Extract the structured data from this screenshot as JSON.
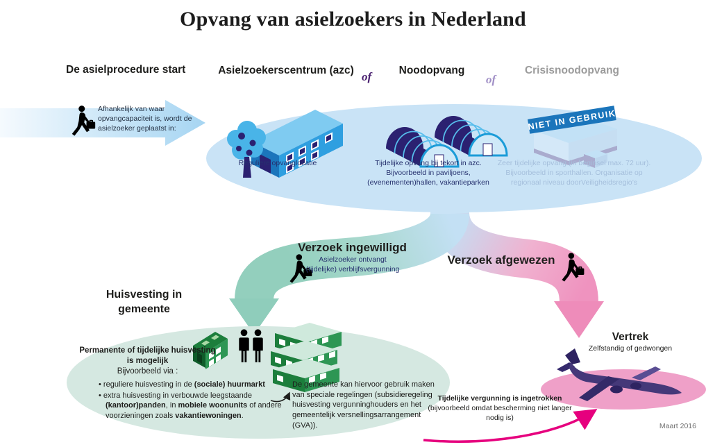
{
  "title": "Opvang van asielzoekers in Nederland",
  "date": "Maart 2016",
  "procedure": {
    "heading": "De asielprocedure start",
    "note": "Afhankelijk van waar opvangcapaciteit is, wordt de asielzoeker geplaatst in:"
  },
  "connector_of_1": "of",
  "connector_of_2": "of",
  "azc": {
    "heading": "Asielzoekerscentrum (azc)",
    "caption": "Reguliere opvanglocatie"
  },
  "noodopvang": {
    "heading": "Noodopvang",
    "caption": "Tijdelijke opvang bij tekort in azc. Bijvoorbeeld in paviljoens, (evenementen)hallen, vakantieparken"
  },
  "crisisnoodopvang": {
    "heading": "Crisisnoodopvang",
    "banner": "NIET IN GEBRUIK",
    "caption": "Zeer tijdelijke opvang (in beginsel max. 72 uur). Bijvoorbeeld in sporthallen. Organisatie op regionaal niveau doorVeiligheidsregio’s"
  },
  "granted": {
    "heading": "Verzoek ingewilligd",
    "subtitle_lines": [
      "Asielzoeker ontvangt",
      "(tijdelijke) verblijfsvergunning"
    ]
  },
  "rejected": {
    "heading": "Verzoek afgewezen"
  },
  "housing": {
    "heading": "Huisvesting in gemeente",
    "intro_bold": "Permanente of tijdelijke huisvesting is mogelijk",
    "intro_normal": "Bijvoorbeeld via :",
    "bullet1": {
      "pre": "reguliere huisvesting in de ",
      "bold": "(sociale) huurmarkt"
    },
    "bullet2": {
      "s1": "extra huisvesting in verbouwde leegstaande ",
      "s2": "(kantoor)panden",
      "s3": ", in ",
      "s4": "mobiele woonunits",
      "s5": " of andere voorzieningen zoals ",
      "s6": "vakantiewoningen",
      "s7": "."
    },
    "municipality_note": "De gemeente kan hiervoor gebruik maken van speciale regelingen (subsidieregeling huisvesting vergunninghouders en het gemeentelijk versnellingsarrangement (GVA))."
  },
  "departure": {
    "heading": "Vertrek",
    "subtitle": "Zelfstandig of gedwongen",
    "revoked_bold": "Tijdelijke vergunning is ingetrokken",
    "revoked_normal": " (bijvoorbeeld omdat bescherming niet langer nodig is)"
  },
  "colors": {
    "flow_blue": "#c9e3f6",
    "flow_green": "#93cfbd",
    "flow_pink": "#ef93bf",
    "green_zone": "#d5e8e1",
    "pink_zone": "#efa0c8",
    "navy_text": "#26316e",
    "crisis_text": "#a5bfdc",
    "magenta_arrow": "#e6007e",
    "banner_blue": "#1b75bb"
  }
}
